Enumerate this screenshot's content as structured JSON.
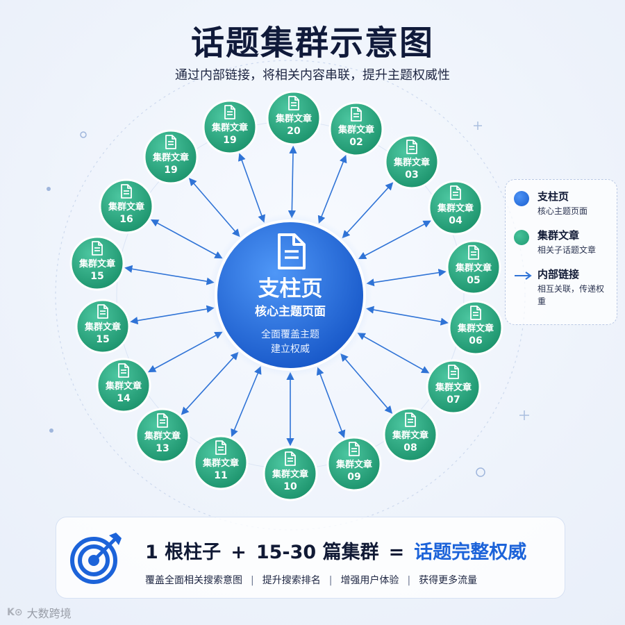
{
  "header": {
    "title": "话题集群示意图",
    "subtitle": "通过内部链接，将相关内容串联，提升主题权威性"
  },
  "hub": {
    "title": "支柱页",
    "subtitle": "核心主题页面",
    "desc_line1": "全面覆盖主题",
    "desc_line2": "建立权威"
  },
  "cluster_label": "集群文章",
  "clusters": [
    {
      "num": "20"
    },
    {
      "num": "02"
    },
    {
      "num": "03"
    },
    {
      "num": "04"
    },
    {
      "num": "05"
    },
    {
      "num": "06"
    },
    {
      "num": "07"
    },
    {
      "num": "08"
    },
    {
      "num": "09"
    },
    {
      "num": "10"
    },
    {
      "num": "11"
    },
    {
      "num": "13"
    },
    {
      "num": "14"
    },
    {
      "num": "15"
    },
    {
      "num": "15"
    },
    {
      "num": "16"
    },
    {
      "num": "19"
    },
    {
      "num": "19"
    }
  ],
  "legend": {
    "pillar_title": "支柱页",
    "pillar_desc": "核心主题页面",
    "cluster_title": "集群文章",
    "cluster_desc": "相关子话题文章",
    "link_title": "内部链接",
    "link_desc": "相互关联，传递权重"
  },
  "summary": {
    "part1": "1 根柱子",
    "plus": "+",
    "part2": "15-30 篇集群",
    "equals": "=",
    "result": "话题完整权威",
    "benefit1": "覆盖全面相关搜索意图",
    "benefit2": "提升搜索排名",
    "benefit3": "增强用户体验",
    "benefit4": "获得更多流量",
    "separator": "|"
  },
  "watermark": {
    "logo": "K⊙",
    "text": "大数跨境"
  },
  "colors": {
    "pillar": "#1c63d9",
    "cluster": "#26a67c",
    "link": "#2f73d6"
  }
}
